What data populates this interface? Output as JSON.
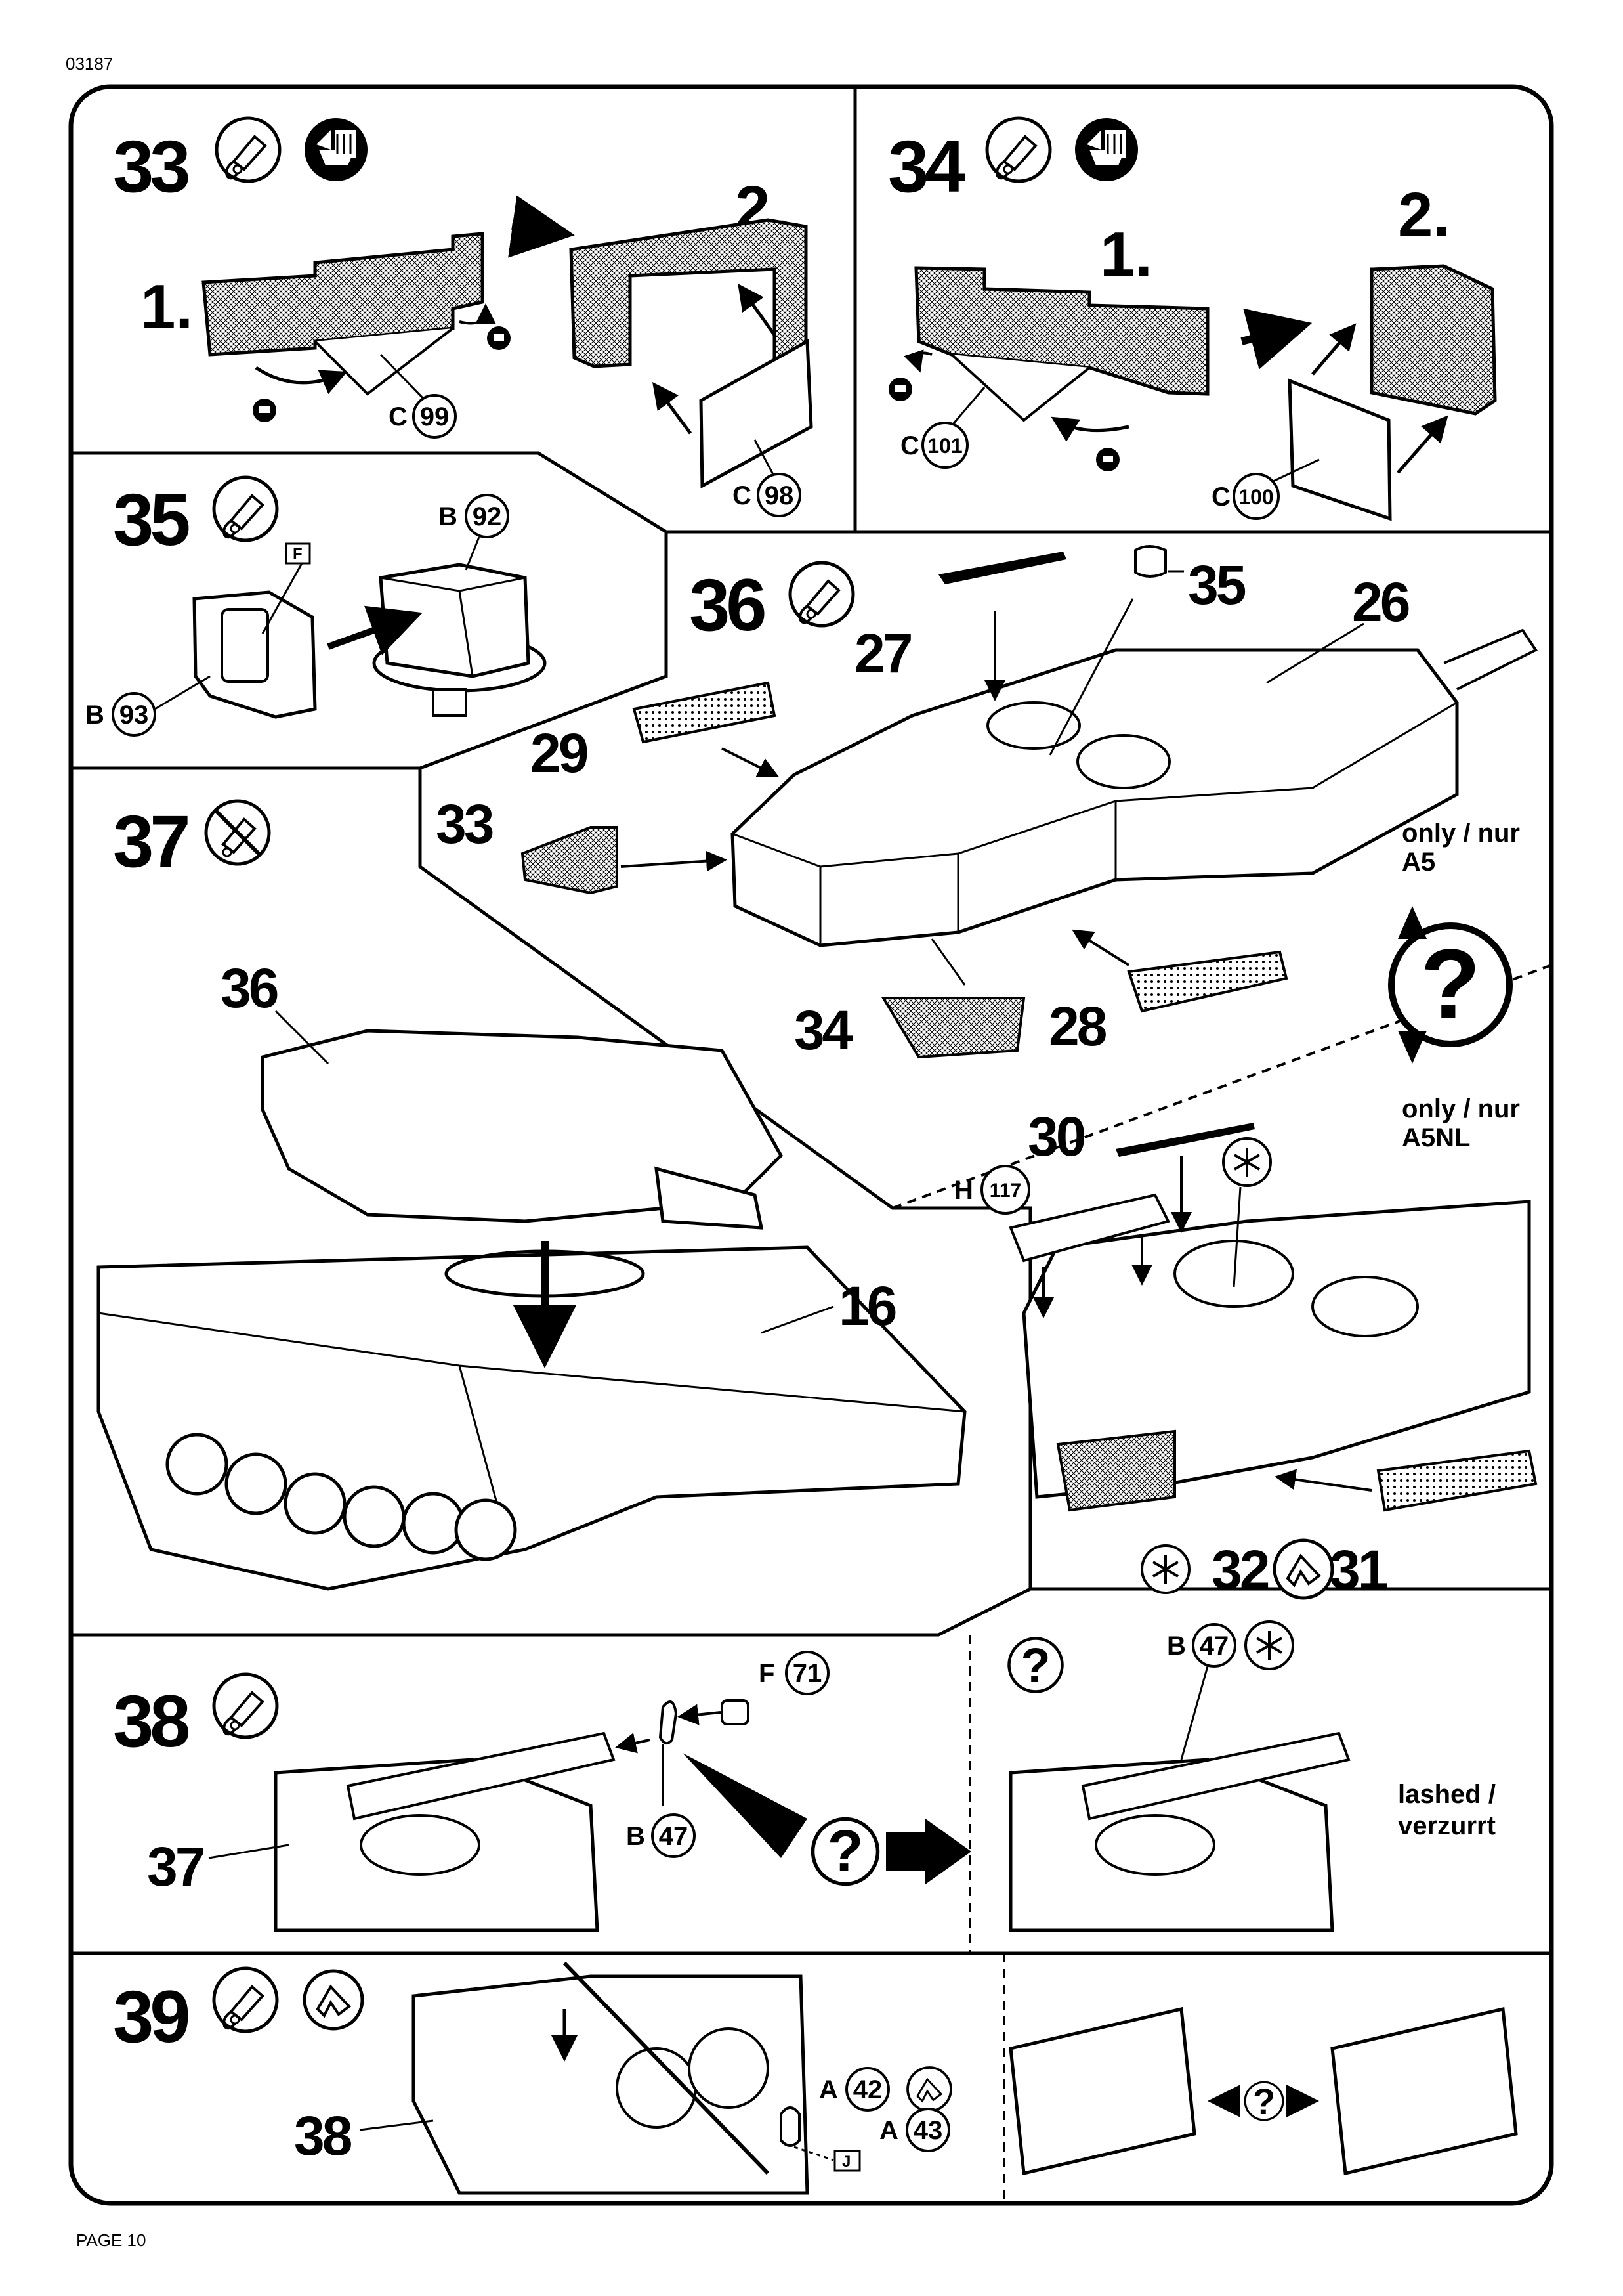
{
  "header": {
    "doc_code": "03187"
  },
  "footer": {
    "page": "PAGE 10"
  },
  "steps": {
    "s33": {
      "num": "33",
      "sub1": "1.",
      "sub2": "2.",
      "ref_a": {
        "letter": "C",
        "num": "99"
      },
      "ref_b": {
        "letter": "C",
        "num": "98"
      }
    },
    "s34": {
      "num": "34",
      "sub1": "1.",
      "sub2": "2.",
      "ref_a": {
        "letter": "C",
        "num": "101"
      },
      "ref_b": {
        "letter": "C",
        "num": "100"
      }
    },
    "s35": {
      "num": "35",
      "ref_a": {
        "letter": "B",
        "num": "92"
      },
      "ref_b": {
        "letter": "B",
        "num": "93"
      },
      "flag": "F"
    },
    "s36": {
      "num": "36",
      "labels": {
        "p35": "35",
        "p26": "26",
        "p27": "27",
        "p29": "29",
        "p33": "33",
        "p34": "34",
        "p28": "28",
        "p30": "30",
        "p32": "32",
        "p31": "31"
      },
      "ref_h": {
        "letter": "H",
        "num": "117"
      },
      "variant_a5": "only / nur\nA5",
      "variant_a5nl": "only / nur\nA5NL"
    },
    "s37": {
      "num": "37",
      "labels": {
        "p36": "36",
        "p16": "16"
      }
    },
    "s38": {
      "num": "38",
      "label37": "37",
      "ref_f": {
        "letter": "F",
        "num": "71"
      },
      "ref_b": {
        "letter": "B",
        "num": "47"
      },
      "ref_b2": {
        "letter": "B",
        "num": "47"
      },
      "lashed": "lashed /\nverzurrt"
    },
    "s39": {
      "num": "39",
      "label38": "38",
      "ref_a1": {
        "letter": "A",
        "num": "42"
      },
      "ref_a2": {
        "letter": "A",
        "num": "43"
      },
      "flag": "J"
    }
  },
  "symbols": {
    "question": "?"
  },
  "icons": [
    "glue-icon",
    "paint-icon",
    "no-glue-icon",
    "rotate-icon",
    "turn-over-icon"
  ]
}
